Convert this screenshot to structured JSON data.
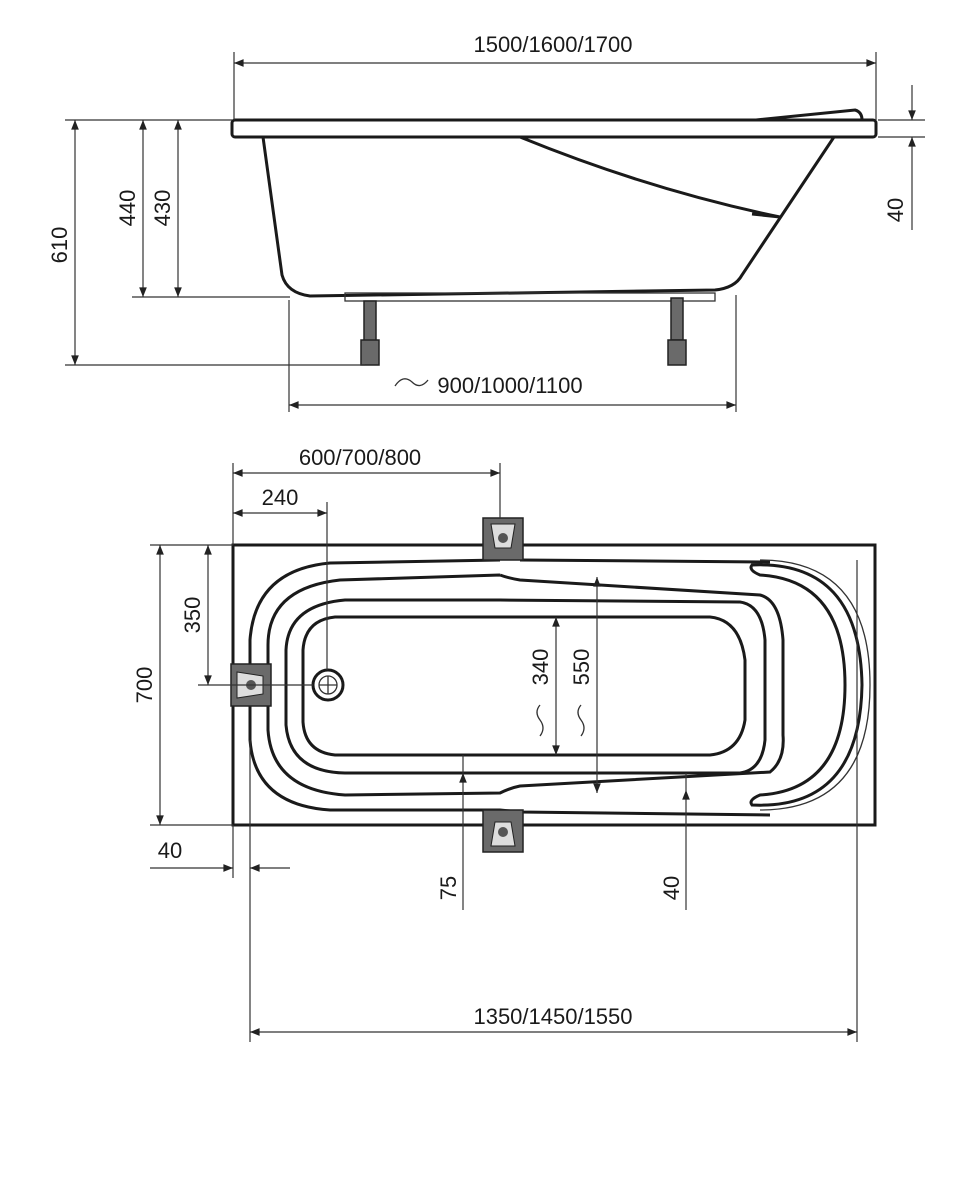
{
  "side_view": {
    "total_length": "1500/1600/1700",
    "total_height": "610",
    "height_440": "440",
    "depth_430": "430",
    "rim_thickness": "40",
    "leg_spacing": "900/1000/1100",
    "approx_symbol": "~"
  },
  "top_view": {
    "bracket_offset": "600/700/800",
    "drain_offset": "240",
    "half_width": "350",
    "total_width": "700",
    "edge_offset": "40",
    "inner_width_340": "340",
    "inner_width_550": "550",
    "side_75": "75",
    "side_40": "40",
    "inner_length": "1350/1450/1550",
    "approx_symbol": "~"
  },
  "colors": {
    "line": "#1a1a1a",
    "bracket": "#6a6a6a"
  }
}
